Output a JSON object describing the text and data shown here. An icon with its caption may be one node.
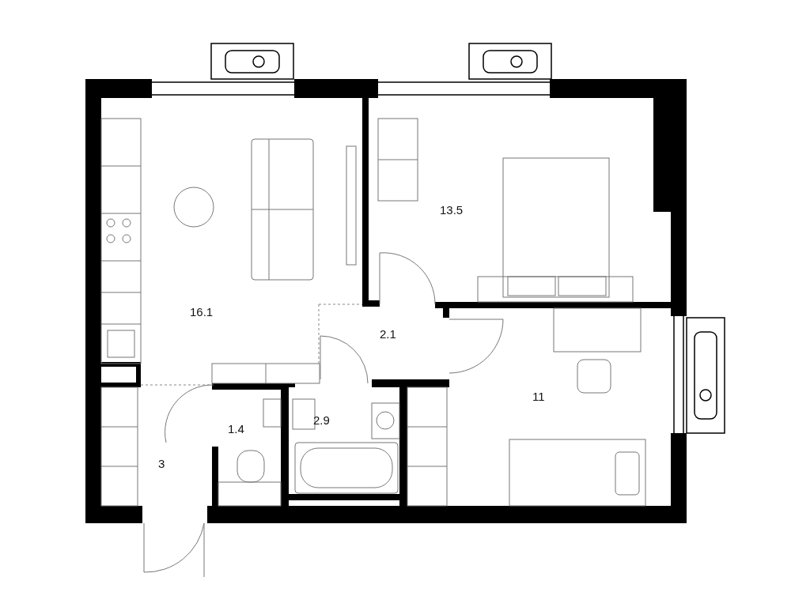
{
  "diagram": {
    "labels": [
      "16.1",
      "13.5",
      "2.1",
      "11",
      "1.4",
      "2.9",
      "3"
    ]
  }
}
